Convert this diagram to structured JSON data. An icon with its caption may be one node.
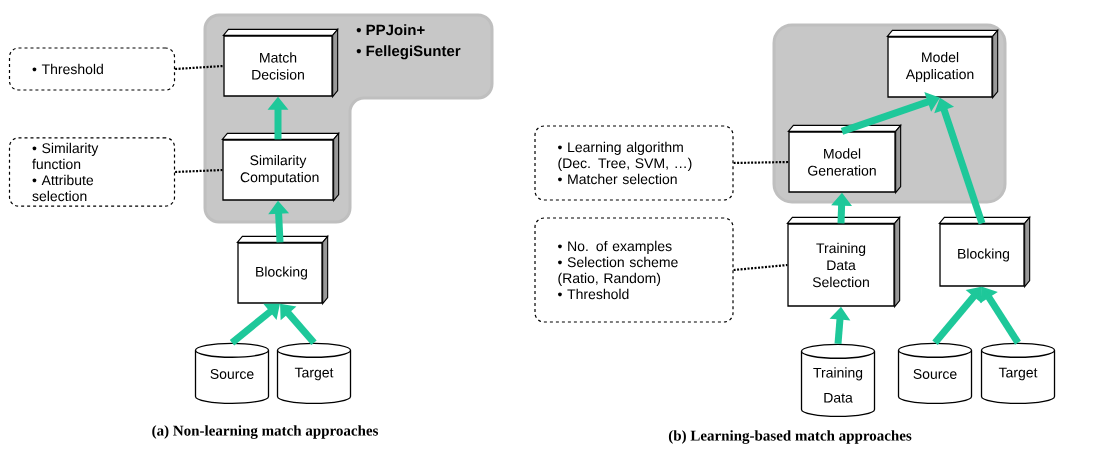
{
  "diagram": {
    "nodes": [
      {
        "text": [
          "• PPJoin+",
          "• FellegiSunter"
        ]
      },
      {
        "text": [
          "Match Decision"
        ],
        "in": 0
      },
      {
        "text": [
          "Similarity Computation"
        ],
        "in": 0
      },
      {
        "text": [
          "Blocking"
        ]
      },
      {
        "text": [
          "Source"
        ]
      },
      {
        "text": [
          "Target"
        ]
      },
      {
        "text": [
          "• Threshold"
        ]
      },
      {
        "text": [
          "• Similarity function",
          "• Attribute selection"
        ]
      },
      {
        "text": [],
        "shape": "box"
      },
      {
        "text": [
          "Model Application"
        ],
        "in": 8
      },
      {
        "text": [
          "Model Generation"
        ],
        "in": 8
      },
      {
        "text": [
          "Training Data Selection"
        ]
      },
      {
        "text": [
          "Blocking"
        ]
      },
      {
        "text": [
          "Training Data"
        ]
      },
      {
        "text": [
          "Source"
        ]
      },
      {
        "text": [
          "Target"
        ]
      },
      {
        "text": [
          "• Learning algorithm (Dec. Tree, SVM, …)",
          "• Matcher selection"
        ]
      },
      {
        "text": [
          "• No. of examples",
          "• Selection scheme (Ratio, Random)",
          "• Threshold"
        ]
      }
    ],
    "edges": [
      {
        "from": 2,
        "to": 1,
        "arrow": "to"
      },
      {
        "from": 3,
        "to": 2,
        "arrow": "to"
      },
      {
        "from": 4,
        "to": 3,
        "arrow": "to"
      },
      {
        "from": 5,
        "to": 3,
        "arrow": "to"
      },
      {
        "from": 6,
        "to": 1,
        "arrow": "none",
        "style": "dashed",
        "color": "#000000"
      },
      {
        "from": 7,
        "to": 2,
        "arrow": "none",
        "style": "dashed",
        "color": "#000000"
      },
      {
        "from": 10,
        "to": 9,
        "arrow": "to"
      },
      {
        "from": 12,
        "to": 9,
        "arrow": "to"
      },
      {
        "from": 11,
        "to": 10,
        "arrow": "to"
      },
      {
        "from": 13,
        "to": 11,
        "arrow": "to"
      },
      {
        "from": 14,
        "to": 12,
        "arrow": "to"
      },
      {
        "from": 15,
        "to": 12,
        "arrow": "to"
      },
      {
        "from": 16,
        "to": 10,
        "arrow": "none",
        "style": "dashed",
        "color": "#000000"
      },
      {
        "from": 17,
        "to": 11,
        "arrow": "none",
        "style": "dashed",
        "color": "#000000"
      }
    ],
    "labels": [
      "(a) Non-learning match approaches",
      "(b) Learning-based match approaches"
    ]
  }
}
